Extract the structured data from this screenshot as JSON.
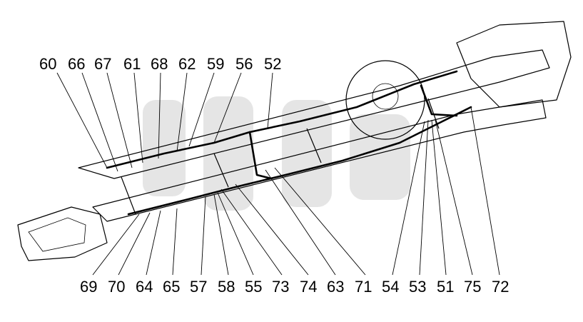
{
  "callouts_top": [
    "60",
    "66",
    "67",
    "61",
    "68",
    "62",
    "59",
    "56",
    "52"
  ],
  "callouts_bottom": [
    "69",
    "70",
    "64",
    "65",
    "57",
    "58",
    "55",
    "73",
    "74",
    "63",
    "71",
    "54",
    "53",
    "51",
    "75",
    "72"
  ],
  "colors": {
    "line": "#000000",
    "background": "#ffffff",
    "watermark": "#cfcfcf"
  }
}
